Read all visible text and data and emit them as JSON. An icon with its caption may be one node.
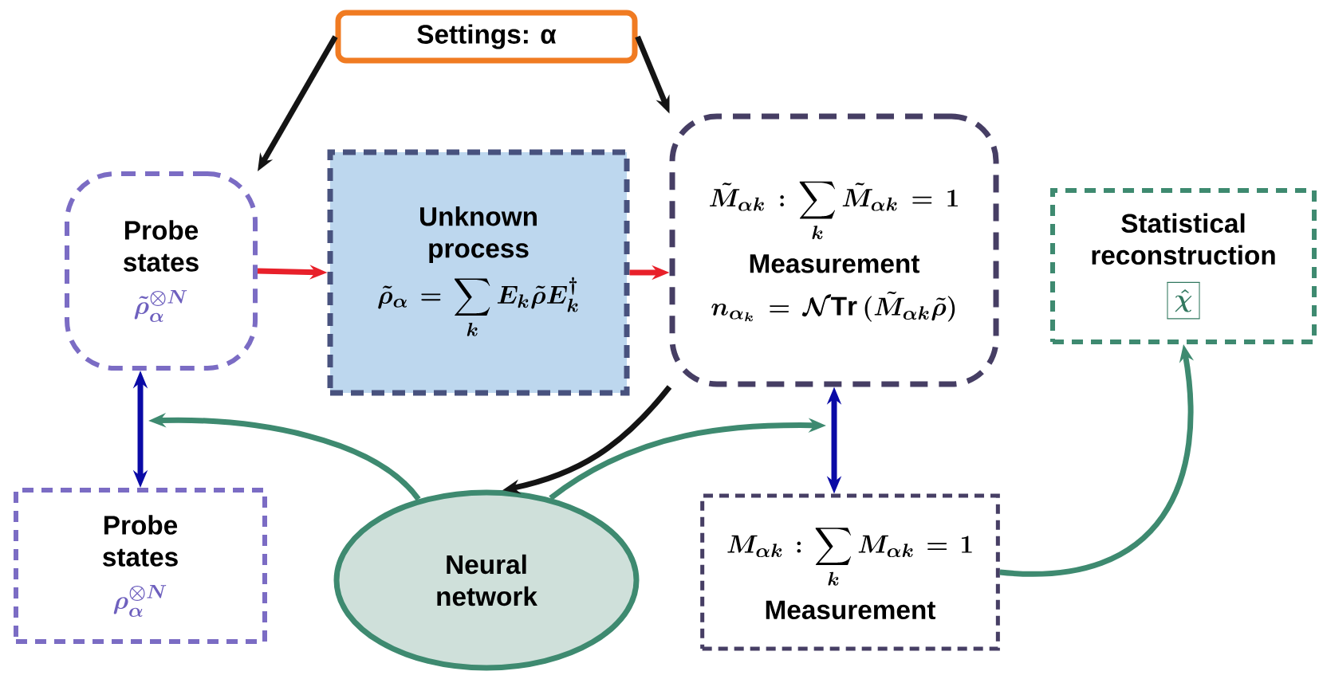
{
  "diagram": {
    "nodes": [
      {
        "text": [
          "Settings: α"
        ]
      },
      {
        "text": [
          "Probe states",
          "\\tilde{\\rho}_{\\alpha}^{\\otimes N}"
        ]
      },
      {
        "text": [
          "Unknown process",
          "\\tilde{\\rho}_{\\alpha} = \\sum_{k} E_{k}\\tilde{\\rho}E_{k}^{\\dagger}"
        ]
      },
      {
        "text": [
          "\\tilde{M}_{\\alpha k} : \\sum_{k} \\tilde{M}_{\\alpha k} = \\mathbf{1}",
          "Measurement",
          "n_{\\alpha_{k}} = \\mathcal{N}\\mathrm{Tr}\\,(\\tilde{M}_{\\alpha k}\\tilde{\\rho})"
        ]
      },
      {
        "text": [
          "Statistical reconstruction",
          "\\boxed{\\hat{\\chi}}"
        ]
      },
      {
        "text": [
          "Probe states",
          "\\rho_{\\alpha}^{\\otimes N}"
        ]
      },
      {
        "text": [
          "Neural network"
        ]
      },
      {
        "text": [
          "M_{\\alpha k} : \\sum_{k} M_{\\alpha k} = \\mathbf{1}",
          "Measurement"
        ]
      }
    ],
    "edges": [
      {
        "from": 0,
        "to": 1,
        "arrow": "to"
      },
      {
        "from": 0,
        "to": 3,
        "arrow": "to"
      },
      {
        "from": 1,
        "to": 2,
        "arrow": "to",
        "color": "#e8202a"
      },
      {
        "from": 2,
        "to": 3,
        "arrow": "to",
        "color": "#e8202a"
      },
      {
        "from": 1,
        "to": 5,
        "arrow": "both",
        "color": "#0a0aa6"
      },
      {
        "from": 3,
        "to": 7,
        "arrow": "both",
        "color": "#0a0aa6"
      },
      {
        "from": 3,
        "to": 6,
        "arrow": "to"
      },
      {
        "from": 6,
        "to": null,
        "arrow": "to",
        "color": "#3e8a70"
      },
      {
        "from": 6,
        "to": null,
        "arrow": "to",
        "color": "#3e8a70"
      },
      {
        "from": 7,
        "to": 4,
        "arrow": "to",
        "color": "#3e8a70"
      }
    ]
  }
}
